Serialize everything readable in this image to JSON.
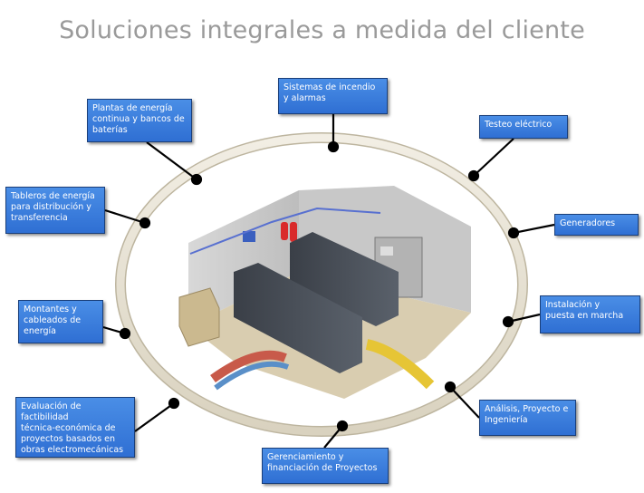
{
  "title": "Soluciones integrales a medida del cliente",
  "nodes": [
    {
      "id": "incendio",
      "label": "Sistemas de incendio\ny alarmas"
    },
    {
      "id": "plantas",
      "label": "Plantas de energía\ncontinua y bancos de\nbaterías"
    },
    {
      "id": "testeo",
      "label": "Testeo eléctrico"
    },
    {
      "id": "tableros",
      "label": "Tableros de energía\npara distribución y\ntransferencia"
    },
    {
      "id": "generadores",
      "label": "Generadores"
    },
    {
      "id": "montantes",
      "label": "Montantes y\ncableados de\nenergía"
    },
    {
      "id": "instalacion",
      "label": "Instalación y\npuesta en marcha"
    },
    {
      "id": "evaluacion",
      "label": "Evaluación de factibilidad\ntécnica-económica de\nproyectos basados en\nobras electromecánicas"
    },
    {
      "id": "analisis",
      "label": "Análisis, Proyecto e\nIngeniería"
    },
    {
      "id": "gerenciamiento",
      "label": "Gerenciamiento y\nfinanciación de Proyectos"
    }
  ],
  "colors": {
    "box": "#3b7fe0",
    "ring": "#e8e3d4",
    "title": "#9a9a9a"
  }
}
